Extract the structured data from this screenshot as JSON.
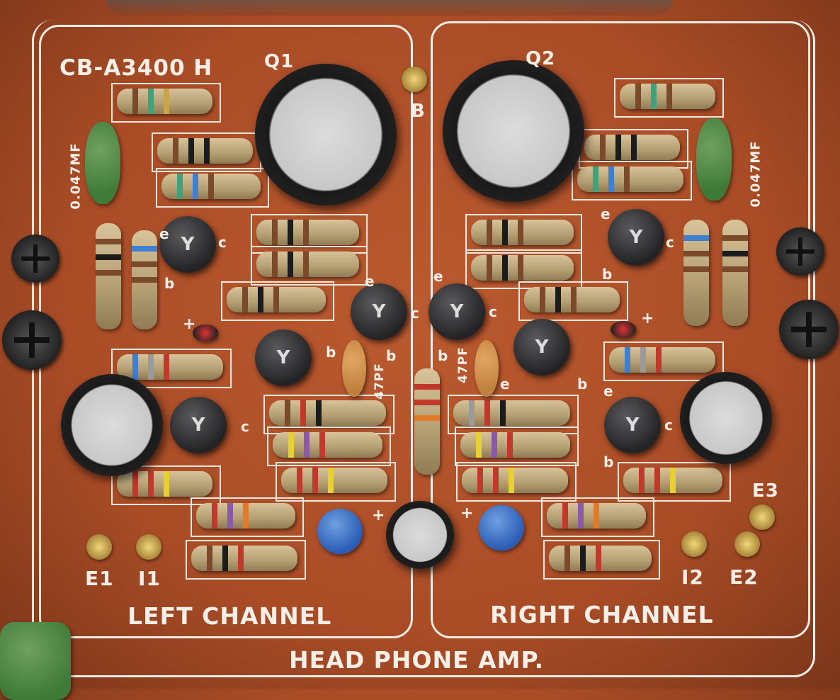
{
  "board": {
    "model": "CB-A3400 H",
    "title": "HEAD PHONE AMP.",
    "left_channel": "LEFT CHANNEL",
    "right_channel": "RIGHT CHANNEL"
  },
  "labels": {
    "q1": "Q1",
    "q2": "Q2",
    "b_mark": "B",
    "cap_left": "0.047MF",
    "cap_right": "0.047MF",
    "pf_left": "47PF",
    "pf_right": "47PF",
    "e1": "E1",
    "i1": "I1",
    "i2": "I2",
    "e2": "E2",
    "e3": "E3",
    "plus": "+",
    "e": "e",
    "c": "c",
    "b": "b"
  },
  "transistor_mark": "Y",
  "colors": {
    "pcb": "#b0522a",
    "silkscreen": "#f3ece4"
  }
}
